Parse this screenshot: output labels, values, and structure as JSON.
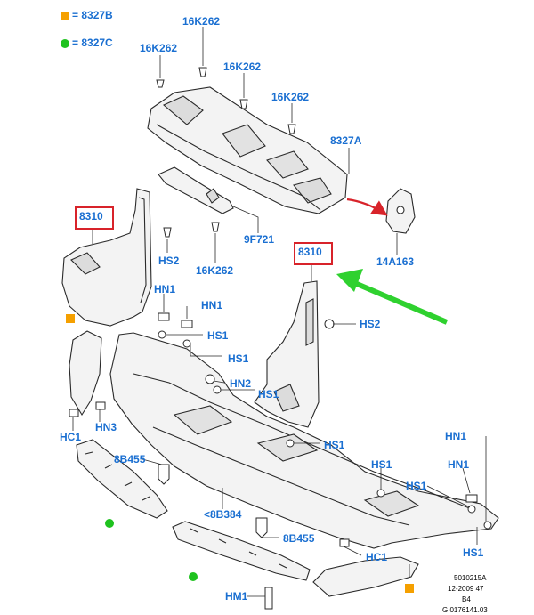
{
  "colors": {
    "label_blue": "#1a6fd1",
    "highlight_red": "#d8232a",
    "arrow_green": "#2fd12f",
    "marker_orange": "#f5a000",
    "marker_green": "#1ec21e",
    "part_fill": "#f3f3f3",
    "part_stroke": "#2a2a2a"
  },
  "legend": [
    {
      "marker": "orange-square",
      "text": "= 8327B"
    },
    {
      "marker": "green-dot",
      "text": "= 8327C"
    }
  ],
  "labels": {
    "k1": "16K262",
    "k2": "16K262",
    "k3": "16K262",
    "k4": "16K262",
    "p8327a": "8327A",
    "p9f721": "9F721",
    "hs2_left": "HS2",
    "k5": "16K262",
    "p14a163": "14A163",
    "p8310_left": "8310",
    "p8310_right": "8310",
    "hn1_a": "HN1",
    "hn1_b": "HN1",
    "hs1_a": "HS1",
    "hs1_b": "HS1",
    "hs2_right": "HS2",
    "hn2": "HN2",
    "hs1_c": "HS1",
    "hs1_d": "HS1",
    "hc1_left": "HC1",
    "hn3": "HN3",
    "b455_a": "8B455",
    "hs1_e": "HS1",
    "hn1_c": "HN1",
    "hn1_d": "HN1",
    "hs1_f": "HS1",
    "b384": "<8B384",
    "b455_b": "8B455",
    "hc1_right": "HC1",
    "hs1_g": "HS1",
    "hm1": "HM1"
  },
  "reference": [
    "5010215A",
    "12-2009 47",
    "B4",
    "G.0176141.03"
  ]
}
